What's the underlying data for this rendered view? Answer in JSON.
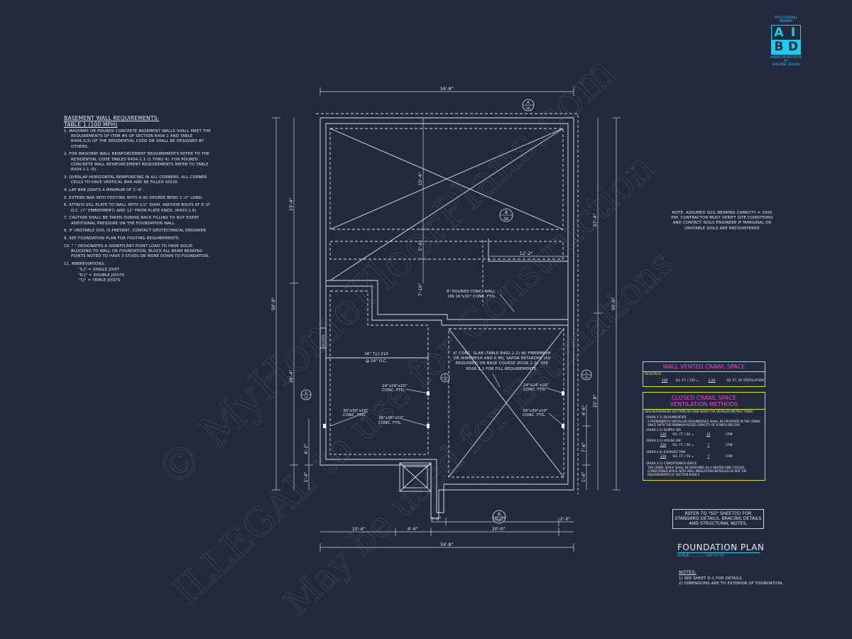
{
  "logo": {
    "top": [
      "PROFESSIONAL",
      "MEMBER"
    ],
    "letters": [
      "A",
      "I",
      "B",
      "D"
    ],
    "bottom": [
      "AMERICAN INSTITUTE",
      "OF",
      "BUILDING DESIGN"
    ]
  },
  "basement": {
    "title": "BASEMENT WALL REQUIREMENTS:",
    "subtitle": "TABLE 1 (100 MPH)",
    "items": [
      "1.  MASONRY OR POURED CONCRETE BASEMENT WALLS SHALL MEET THE REQUIREMENTS OF ITEM #5 OF SECTION R404.1 AND TABLE R404.1(3) OF THE RESIDENTIAL CODE OR SHALL BE DESIGNED BY OTHERS.",
      "2.  FOR MASONRY WALL REINFORCEMENT REQUIREMENTS REFER TO THE RESIDENTIAL CODE TABLES R404.1.1 (1 THRU 4). FOR POURED CONCRETE WALL REINFORCEMENT REQUIREMENTS REFER TO TABLE R404.1.1 (5).",
      "3.  OVERLAP HORIZONTAL REINFORCING IN ALL CORNERS.  ALL CORNER CELLS TO HAVE VERTICAL BAR AND BE FILLED SOLID.",
      "4.  LAP BAR JOINTS A MINIMUM OF 1'-6\".",
      "5.  EXTEND BAR INTO FOOTING WITH A 90 DEGREE BEND 1'-0\" LONG.",
      "6.  ATTACH SILL PLATE TO WALL WITH 1/2\" DIAM. ANCHOR BOLTS AT 6'-0\" O.C. (7\" EMBEDMENT) AND 12\" FROM PLATE ENDS. (R403.1.6)",
      "7.  CAUTION SHALL BE TAKEN DURING BACK FILLING TO NOT EXERT ADDITIONAL PRESSURE ON THE FOUNDATION WALL.",
      "8.  IF UNSTABLE SOIL IS PRESENT, CONTACT GEOTECHNICAL ENGINEER.",
      "9.  SEE FOUNDATION PLAN FOR FOOTING REQUIREMENTS.",
      "10. \" \" DESIGNATES A SIGNIFICANT POINT LOAD TO HAVE SOLID BLOCKING TO WALL OR FOUNDATION.  BLOCK ALL BEAM BEARING POINTS NOTED TO HAVE 3 STUDS OR MORE DOWN TO FOUNDATION.",
      "11. ABBREVIATIONS:"
    ],
    "abbreviations": [
      "\"S.J\" = SINGLE JOIST",
      "\"D.J\" = DOUBLE JOISTS",
      "\"T.J\" = TRIPLE JOISTS"
    ]
  },
  "soil_note": "NOTE: ASSUMED SOIL BEARING CAPACITY = 2000 PSF. CONTRACTOR MUST VERIFY SITE CONDITIONS AND CONTACT SOILS ENGINEER IF MARGINAL OR UNSTABLE SOILS ARE ENCOUNTERED",
  "crawl_vented": {
    "title": "WALL VENTED CRAWL SPACE",
    "required_label": "REQUIRED",
    "area": "339",
    "area_unit": "SQ. FT. / 150 =",
    "vent": "2.26",
    "vent_unit": "SQ. FT. OF VENTILATION"
  },
  "crawl_closed": {
    "title_1": "CLOSED CRAWL SPACE",
    "title_2": "VENTILATION METHODS",
    "subtitle": "(SEE REFERENCED SECTIONS IN CODE BOOK FOR DETAILED INSTRUCTIONS)",
    "dehum_code": "(R408.3.1) DEHUMIDIFIER",
    "dehum_text": "A PERMANENTLY INSTALLED DEHUMIDIFIER SHALL BE PROVIDED IN THE CRAWL SPACE WITH THE MINIMUM RATED CAPACITY OF 8 PINTS PER DAY.",
    "supply_code": "(R408.3.2) SUPPLY AIR",
    "supply_area": "339",
    "supply_div": "SQ. FT. / 50 =",
    "supply_val": "12",
    "house_code": "(R408.3.3) HOUSE AIR",
    "house_area": "339",
    "house_div": "SQ. FT. / 50 =",
    "house_val": "7",
    "exhaust_code": "(R408.3.4) EXHAUST FAN",
    "exhaust_area": "339",
    "exhaust_div": "SQ. FT. / 50 =",
    "exhaust_val": "7",
    "cfm": "CFM",
    "cond_code": "(R408.3.5) CONDITIONED SPACE",
    "cond_text": "THE CRAWL SPACE SHALL BE DESIGNED AS A HEATED AND COOLED, CONDITIONED SPACE WITH WALL INSULATION INSTALLED AS PER THE REQUIREMENTS OF SECTION R408.3."
  },
  "refer": "REFER TO \"SD\" SHEET(S) FOR STANDARD DETAILS, BRACING DETAILS AND STRUCTURAL NOTES.",
  "plan_title": "FOUNDATION PLAN",
  "plan_scale": "SCALE: ............ 1/8\"=1'-0\"",
  "notes": {
    "title": "NOTES:",
    "items": [
      "1)  SEE SHEET D-1 FOR DETAILS.",
      "2)  DIMENSIONS ARE TO EXTERIOR OF FOUNDATION."
    ]
  },
  "plan": {
    "dim_top": "34'-8\"",
    "dim_bottom": "34'-8\"",
    "dim_left_outer": "50'-0\"",
    "dim_right_outer": "50'-0\"",
    "dim_left_23": "23'-4\"",
    "dim_left_26": "26'-4\"",
    "dim_left_6": "6'-2\"",
    "dim_left_1": "1'-4\"",
    "dim_right_27": "27'-4\"",
    "dim_right_22": "22'-8\"",
    "dim_right_4": "4'-6\"",
    "dim_right_7": "7'-6\"",
    "dim_right_1": "1'-4\"",
    "dim_inner_15": "15'-4\"",
    "dim_inner_5": "5'-0\"",
    "dim_inner_7": "7'-10\"",
    "dim_12": "12'-2\"",
    "dim_b_10": "10'-4\"",
    "dim_b_4": "4'-4\"",
    "dim_b_20": "20'-0\"",
    "dim_b_2a": "2'-0\"",
    "dim_b_16": "16'-0\"",
    "dim_b_2b": "2'-0\"",
    "wall_label_1": "8\" POURED CONC. WALL",
    "wall_label_2": "ON 16\"x10\" CONC. FTG.",
    "beam_1": "16\" T.J.I 210",
    "beam_2": "@ 24\" O.C.",
    "slab": "4\" CONC. SLAB (TABLE R402.2.2) w/ FIBERMESH OR WIREMESH AND 6 MIL VAPOR RETARDER (AS REQUIRED) ON BASE COURSE (R506.2.2). SEE R506.2.1 FOR FILL REQUIREMENTS.",
    "ftg_1a": "24\"x24\"x10\"",
    "ftg_1b": "CONC. FTG.",
    "ftg_2a": "24\"x24\"x10\"",
    "ftg_2b": "CONC. FTG.",
    "ftg_3a": "30\"x30\"x10\"",
    "ftg_3b": "CONC. FTG.",
    "ftg_4a": "36\"x36\"x10\"",
    "ftg_4b": "CONC. FTG.",
    "ftg_5a": "30\"x30\"x10\"",
    "ftg_5b": "CONC. FTG.",
    "access": "ACCESS",
    "sec_a_letter": "A",
    "sec_a_sheet": "SD",
    "sec_b_letter": "B",
    "sec_b_sheet": "SD",
    "sec_top_letter": "A",
    "sec_top_sheet": "SD",
    "sec_d_letter": "D",
    "sec_d_sheet": "SD",
    "sec_e_letter": "E",
    "sec_e_sheet": "SD",
    "sec_c_letter": "C",
    "sec_c_sheet": "SD"
  },
  "watermark": [
    "© MyHomeFloorPlans.com",
    "ILLEGAL to use for Construction",
    "May be used for Estimations"
  ]
}
